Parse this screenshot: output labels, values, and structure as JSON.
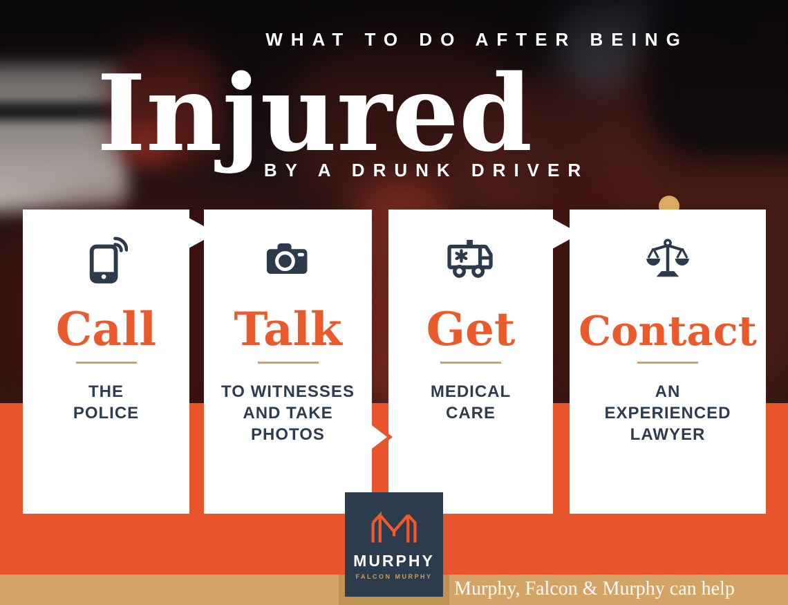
{
  "header": {
    "kicker": "WHAT TO DO AFTER BEING",
    "title": "Injured",
    "subtitle": "BY A DRUNK DRIVER"
  },
  "steps": [
    {
      "icon": "phone-icon",
      "heading": "Call",
      "description": "THE\nPOLICE"
    },
    {
      "icon": "camera-icon",
      "heading": "Talk",
      "description": "TO WITNESSES\nAND TAKE\nPHOTOS"
    },
    {
      "icon": "ambulance-icon",
      "heading": "Get",
      "description": "MEDICAL\nCARE"
    },
    {
      "icon": "scales-icon",
      "heading": "Contact",
      "description": "AN\nEXPERIENCED\nLAWYER"
    }
  ],
  "logo": {
    "monogram": "M",
    "name": "MURPHY",
    "subname": "FALCON MURPHY"
  },
  "footer": {
    "tagline": "Murphy, Falcon & Murphy can help"
  },
  "colors": {
    "accent_orange": "#e8552c",
    "heading_orange": "#e95a2d",
    "navy": "#2c3d4f",
    "tan": "#d4a466",
    "divider_tan": "#d2a15c",
    "white": "#ffffff"
  }
}
